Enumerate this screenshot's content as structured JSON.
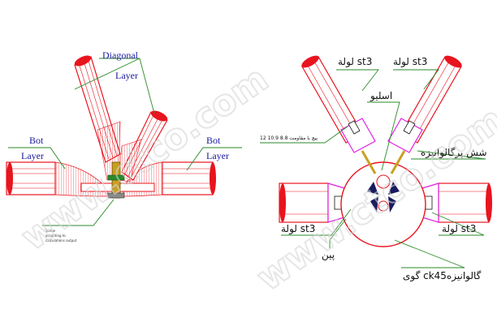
{
  "watermark": "www.ctco.com",
  "left_diagram": {
    "diagonal_label_line1": "Diagonal",
    "diagonal_label_line2": "Layer",
    "bot_left_line1": "Bot",
    "bot_left_line2": "Layer",
    "bot_right_line1": "Bot",
    "bot_right_line2": "Layer",
    "screw_note_line1": "Screw",
    "screw_note_line2": "according to",
    "screw_note_line3": "calculations output"
  },
  "right_diagram": {
    "pipe_top_left": "لولة st3",
    "pipe_top_right": "لولة st3",
    "pipe_bottom_left": "لولة st3",
    "pipe_bottom_right": "لولة st3",
    "sleeve": "اسليو",
    "bolt_note": "پیچ با مقاومت 8.8 10.9 12",
    "galvanized_cap": "شش پرگالوانیزه",
    "pin": "پین",
    "ball": "گوی ck45گالوانیزه"
  },
  "colors": {
    "pipe": "#e8141e",
    "connector": "#e020e0",
    "brass": "#c8a020",
    "joint": "#1a1a60",
    "leader": "#2a8a2a",
    "label_blue": "#1a1aa0"
  }
}
